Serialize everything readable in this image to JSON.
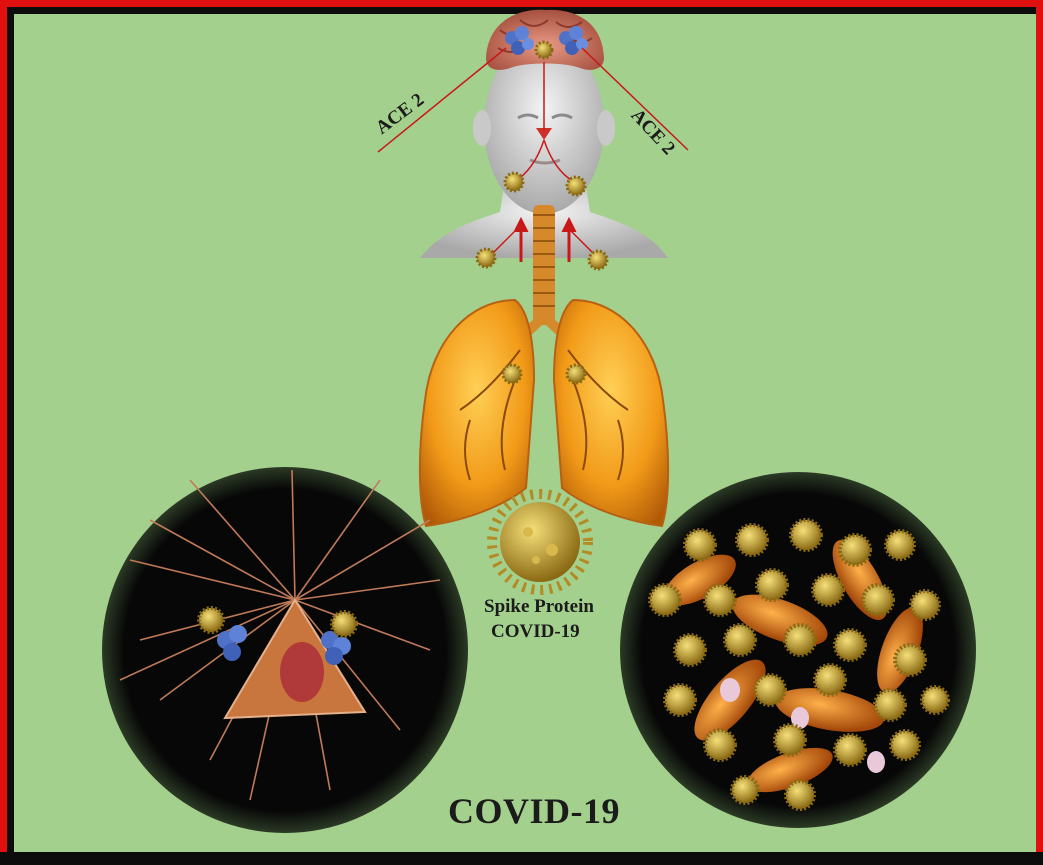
{
  "labels": {
    "ace_left": "ACE 2",
    "ace_right": "ACE 2",
    "spike_line1": "Spike Protein",
    "spike_line2": "COVID-19",
    "title": "COVID-19"
  },
  "colors": {
    "frame": "#e01010",
    "background": "#a4d08e",
    "lung": "#f0a020",
    "virus": "#c9a233",
    "ace2_receptor": "#4f72c8",
    "nerve_lines": "#d01818"
  },
  "illustrations": [
    "human-head-with-brain",
    "trachea",
    "lungs",
    "spike-protein-virus",
    "neuron-with-receptors",
    "virus-infected-cells"
  ]
}
